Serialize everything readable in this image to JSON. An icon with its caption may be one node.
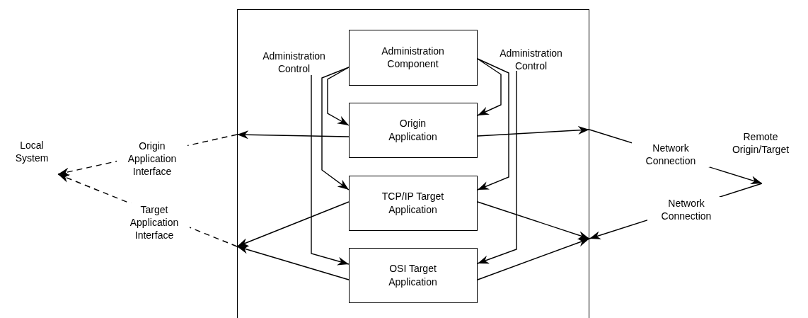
{
  "diagram": {
    "nodes": [
      {
        "text": [],
        "shape": "box"
      },
      {
        "text": [
          "Administration Component"
        ],
        "in": 0
      },
      {
        "text": [
          "Origin Application"
        ],
        "in": 0
      },
      {
        "text": [
          "TCP/IP Target Application"
        ],
        "in": 0
      },
      {
        "text": [
          "OSI Target Application"
        ],
        "in": 0
      },
      {
        "text": [
          "Local System"
        ]
      },
      {
        "text": [
          "Remote Origin/Target"
        ]
      },
      {
        "text": [
          "Administration Control"
        ],
        "in": 0
      },
      {
        "text": [
          "Administration Control"
        ],
        "in": 0
      }
    ],
    "edges": [
      {
        "from": 1,
        "to": 2,
        "arrow": "to"
      },
      {
        "from": 1,
        "to": 3,
        "arrow": "to"
      },
      {
        "from": 7,
        "to": 4,
        "arrow": "to"
      },
      {
        "from": 1,
        "to": 2,
        "arrow": "to"
      },
      {
        "from": 1,
        "to": 3,
        "arrow": "to"
      },
      {
        "from": 8,
        "to": 4,
        "arrow": "to"
      },
      {
        "from": 2,
        "to": 0,
        "arrow": "to"
      },
      {
        "from": 3,
        "to": 0,
        "arrow": "to"
      },
      {
        "from": 4,
        "to": 0,
        "arrow": "to"
      },
      {
        "from": 0,
        "to": 5,
        "arrow": "to",
        "style": "dashed",
        "label": "Origin Application Interface"
      },
      {
        "from": 0,
        "to": 5,
        "arrow": "to",
        "style": "dashed",
        "label": "Target Application Interface"
      },
      {
        "from": 2,
        "to": 0,
        "arrow": "to"
      },
      {
        "from": 3,
        "to": 0,
        "arrow": "to"
      },
      {
        "from": 4,
        "to": 0,
        "arrow": "to"
      },
      {
        "from": 0,
        "to": 6,
        "arrow": "to",
        "label": "Network Connection"
      },
      {
        "from": 6,
        "to": 0,
        "arrow": "to",
        "label": "Network Connection"
      }
    ]
  }
}
